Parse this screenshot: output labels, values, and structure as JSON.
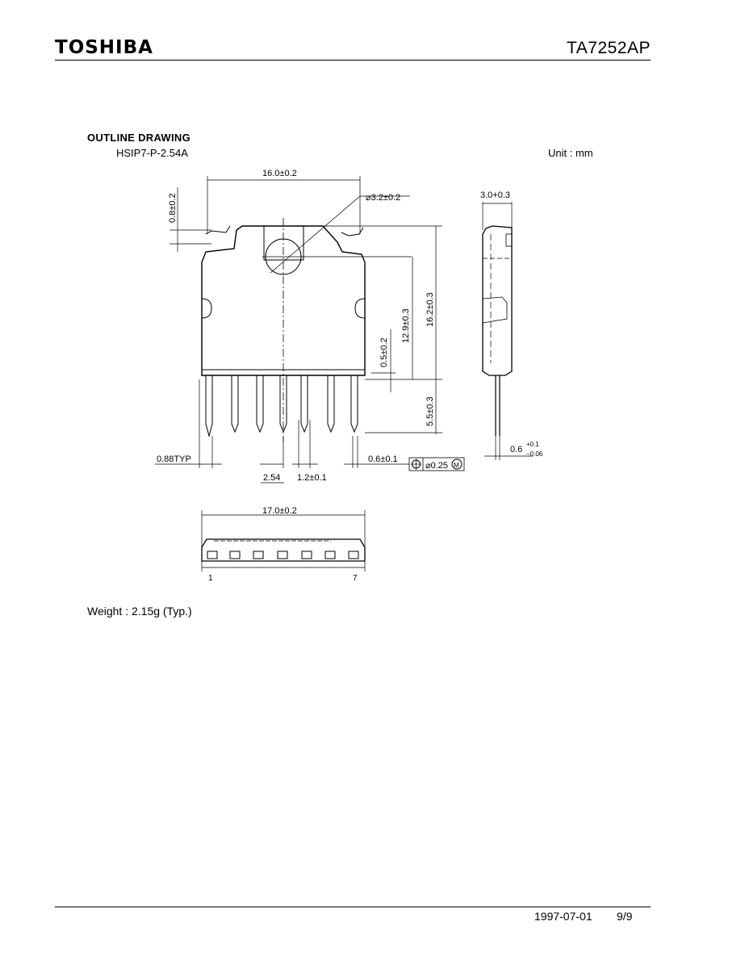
{
  "header": {
    "brand": "TOSHIBA",
    "part_number": "TA7252AP"
  },
  "section": {
    "title": "OUTLINE DRAWING",
    "package": "HSIP7-P-2.54A",
    "unit": "Unit : mm"
  },
  "dimensions": {
    "body_width": "16.0±0.2",
    "hole_dia": "⌀3.2±0.2",
    "tab_thickness": "0.8±0.2",
    "side_thickness": "3.0+0.3",
    "hole_height": "12.9±0.3",
    "body_height": "16.2±0.3",
    "lead_offset": "0.5±0.2",
    "lead_length": "5.5±0.3",
    "lead_width_typ": "0.88TYP",
    "pitch": "2.54",
    "lead_thickness_tip": "1.2±0.1",
    "lead_tip_width": "0.6±0.1",
    "position_tol": "⌀0.25",
    "position_mod": "M",
    "side_lead_thickness": "0.6",
    "side_lead_tol_plus": "+0.1",
    "side_lead_tol_minus": "−0.06",
    "bottom_width": "17.0±0.2",
    "pin_first": "1",
    "pin_last": "7"
  },
  "weight": "Weight : 2.15g (Typ.)",
  "footer": {
    "date": "1997-07-01",
    "page": "9/9"
  }
}
